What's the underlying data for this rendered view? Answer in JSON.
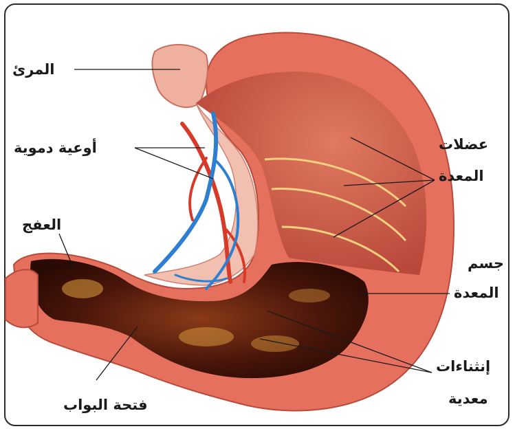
{
  "labels": {
    "esophagus": "المرئ",
    "blood_vessels": "أوعية دموية",
    "stomach_muscles_line1": "عضلات",
    "stomach_muscles_line2": "المعدة",
    "fundus": "العفج",
    "stomach_body_line1": "جسم",
    "stomach_body_line2": "المعدة",
    "gastric_folds_line1": "إنثناءات",
    "gastric_folds_line2": "معدية",
    "pylorus": "فتحة البواب"
  },
  "colors": {
    "outer_wall": "#e5705e",
    "inner_muscle": "#cf5a44",
    "lining_dark": "#3b1208",
    "lining_glow": "#e0a040",
    "vein": "#2f7fd0",
    "artery": "#d83a2a",
    "leader": "#1a1a1a"
  }
}
